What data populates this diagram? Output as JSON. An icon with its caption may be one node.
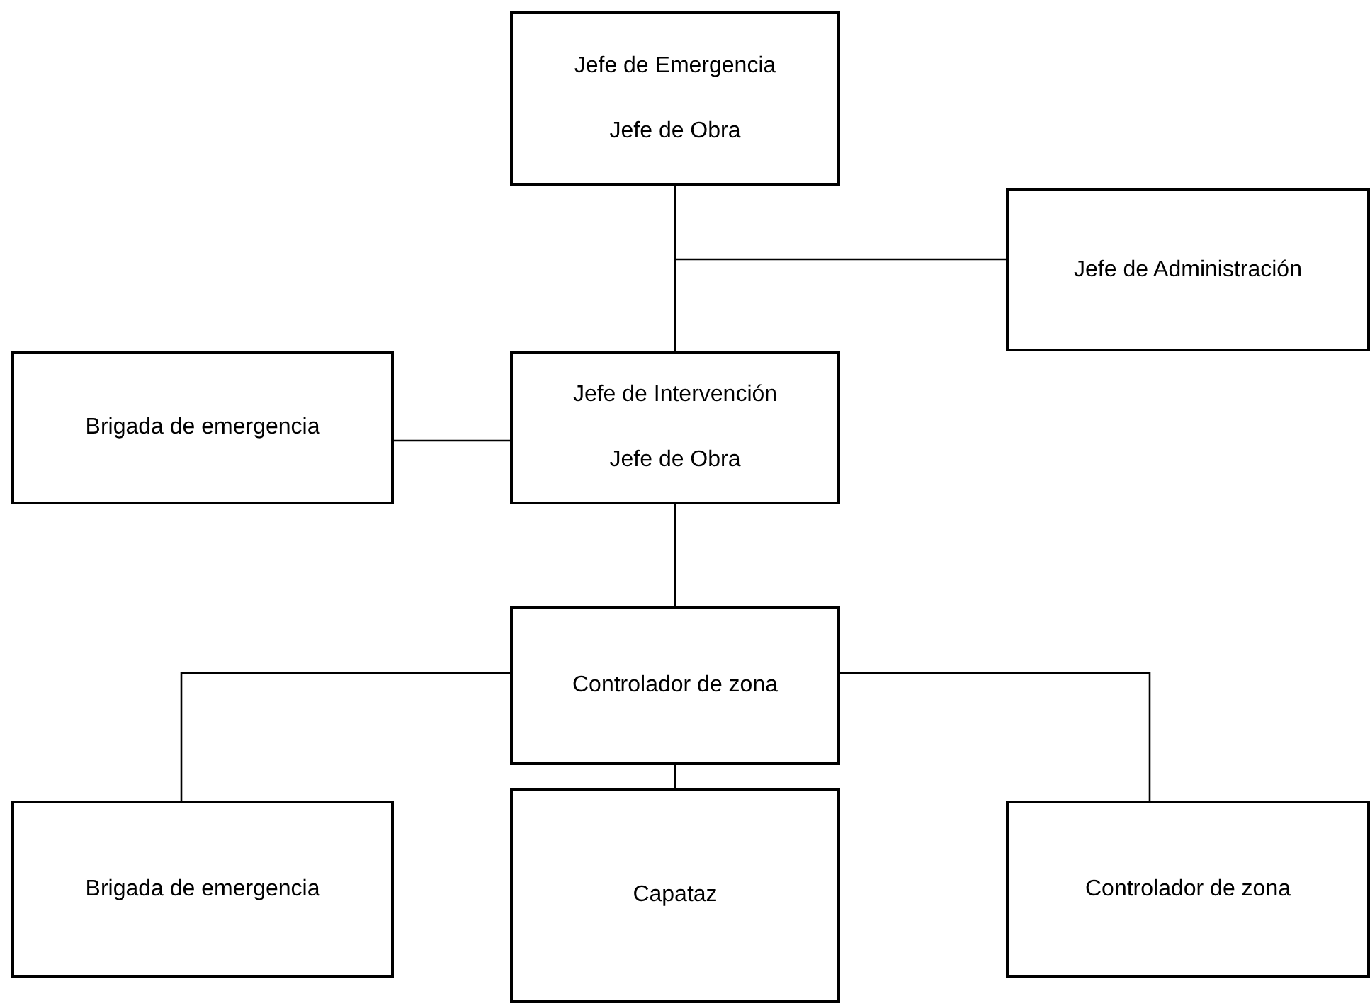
{
  "diagram": {
    "nodes": [
      {
        "text": [
          "Jefe de Emergencia",
          "Jefe de Obra"
        ]
      },
      {
        "text": [
          "Jefe de Administración"
        ]
      },
      {
        "text": [
          "Brigada de emergencia"
        ]
      },
      {
        "text": [
          "Jefe de Intervención",
          "Jefe de Obra"
        ]
      },
      {
        "text": [
          "Controlador de zona"
        ]
      },
      {
        "text": [
          "Brigada de emergencia"
        ]
      },
      {
        "text": [
          "Capataz"
        ]
      },
      {
        "text": [
          "Controlador de zona"
        ]
      }
    ],
    "edges": [
      {
        "from": 0,
        "to": 3,
        "arrow": "none"
      },
      {
        "from": 0,
        "to": 1,
        "arrow": "none"
      },
      {
        "from": 2,
        "to": 3,
        "arrow": "none"
      },
      {
        "from": 3,
        "to": 4,
        "arrow": "none"
      },
      {
        "from": 4,
        "to": 5,
        "arrow": "none"
      },
      {
        "from": 4,
        "to": 6,
        "arrow": "none"
      },
      {
        "from": 4,
        "to": 7,
        "arrow": "none"
      }
    ]
  }
}
